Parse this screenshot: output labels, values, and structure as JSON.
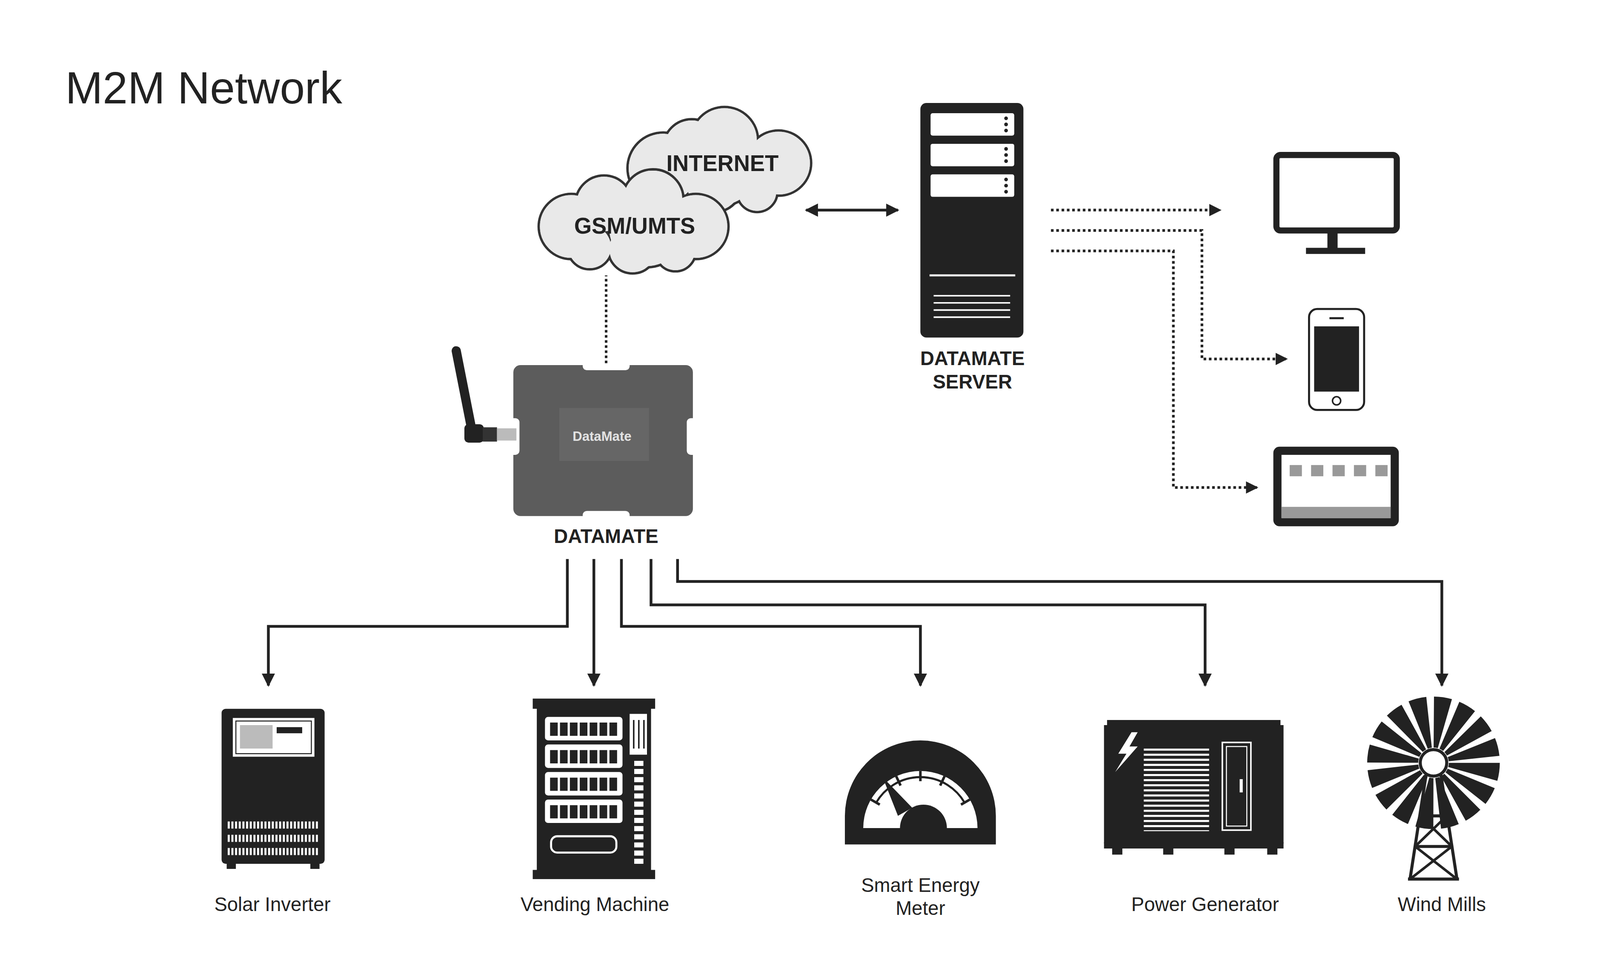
{
  "diagram": {
    "title": "M2M Network",
    "nodes": [
      {
        "text": [
          "INTERNET"
        ]
      },
      {
        "text": [
          "GSM/UMTS"
        ]
      },
      {
        "text": [
          "DATAMATE SERVER"
        ]
      },
      {
        "text": [
          "DataMate",
          "DATAMATE"
        ]
      },
      {
        "text": [
          "Solar Inverter"
        ]
      },
      {
        "text": [
          "Vending Machine"
        ]
      },
      {
        "text": [
          "Smart Energy Meter"
        ]
      },
      {
        "text": [
          "Power Generator"
        ]
      },
      {
        "text": [
          "Wind Mills"
        ]
      }
    ],
    "edges": [
      {
        "from": 0,
        "to": 2,
        "arrow": "both"
      },
      {
        "from": 3,
        "to": 1,
        "arrow": "none"
      },
      {
        "from": 3,
        "to": 4,
        "arrow": "to"
      },
      {
        "from": 3,
        "to": 5,
        "arrow": "to"
      },
      {
        "from": 3,
        "to": 6,
        "arrow": "to"
      },
      {
        "from": 3,
        "to": 7,
        "arrow": "to"
      },
      {
        "from": 3,
        "to": 8,
        "arrow": "to"
      }
    ]
  }
}
